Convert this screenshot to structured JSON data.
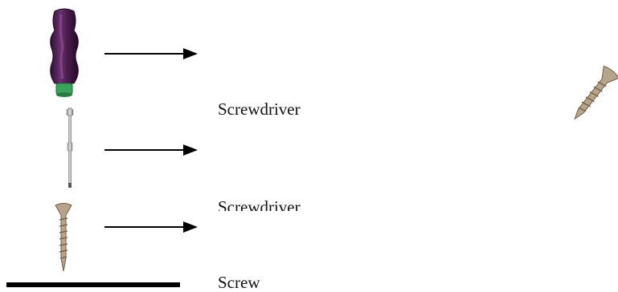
{
  "labels": [
    "Screwdriver",
    "Screwdriver",
    "Screw"
  ],
  "parts": [
    {
      "icon": "screwdriver-handle-icon"
    },
    {
      "icon": "screwdriver-shaft-icon"
    },
    {
      "icon": "screw-icon"
    }
  ],
  "extra_icon": "screw-large-icon",
  "colors": {
    "handle": "#4a1e4d",
    "handle_collar": "#3aa35b",
    "shaft": "#bdbdbd",
    "screw": "#b8a48a",
    "arrow": "#000000",
    "text": "#111111"
  }
}
